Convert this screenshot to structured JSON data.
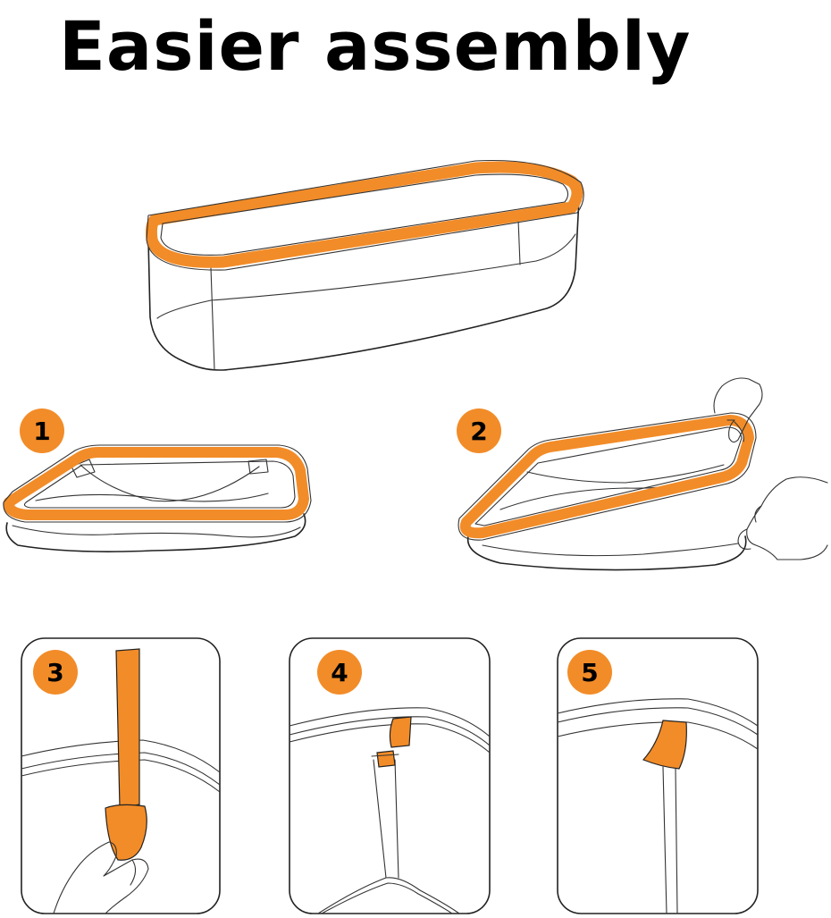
{
  "title": "Easier assembly",
  "colors": {
    "accent": "#F28C28",
    "line": "#222222",
    "background": "#FFFFFF"
  },
  "steps": [
    {
      "number": "1"
    },
    {
      "number": "2"
    },
    {
      "number": "3"
    },
    {
      "number": "4"
    },
    {
      "number": "5"
    }
  ]
}
